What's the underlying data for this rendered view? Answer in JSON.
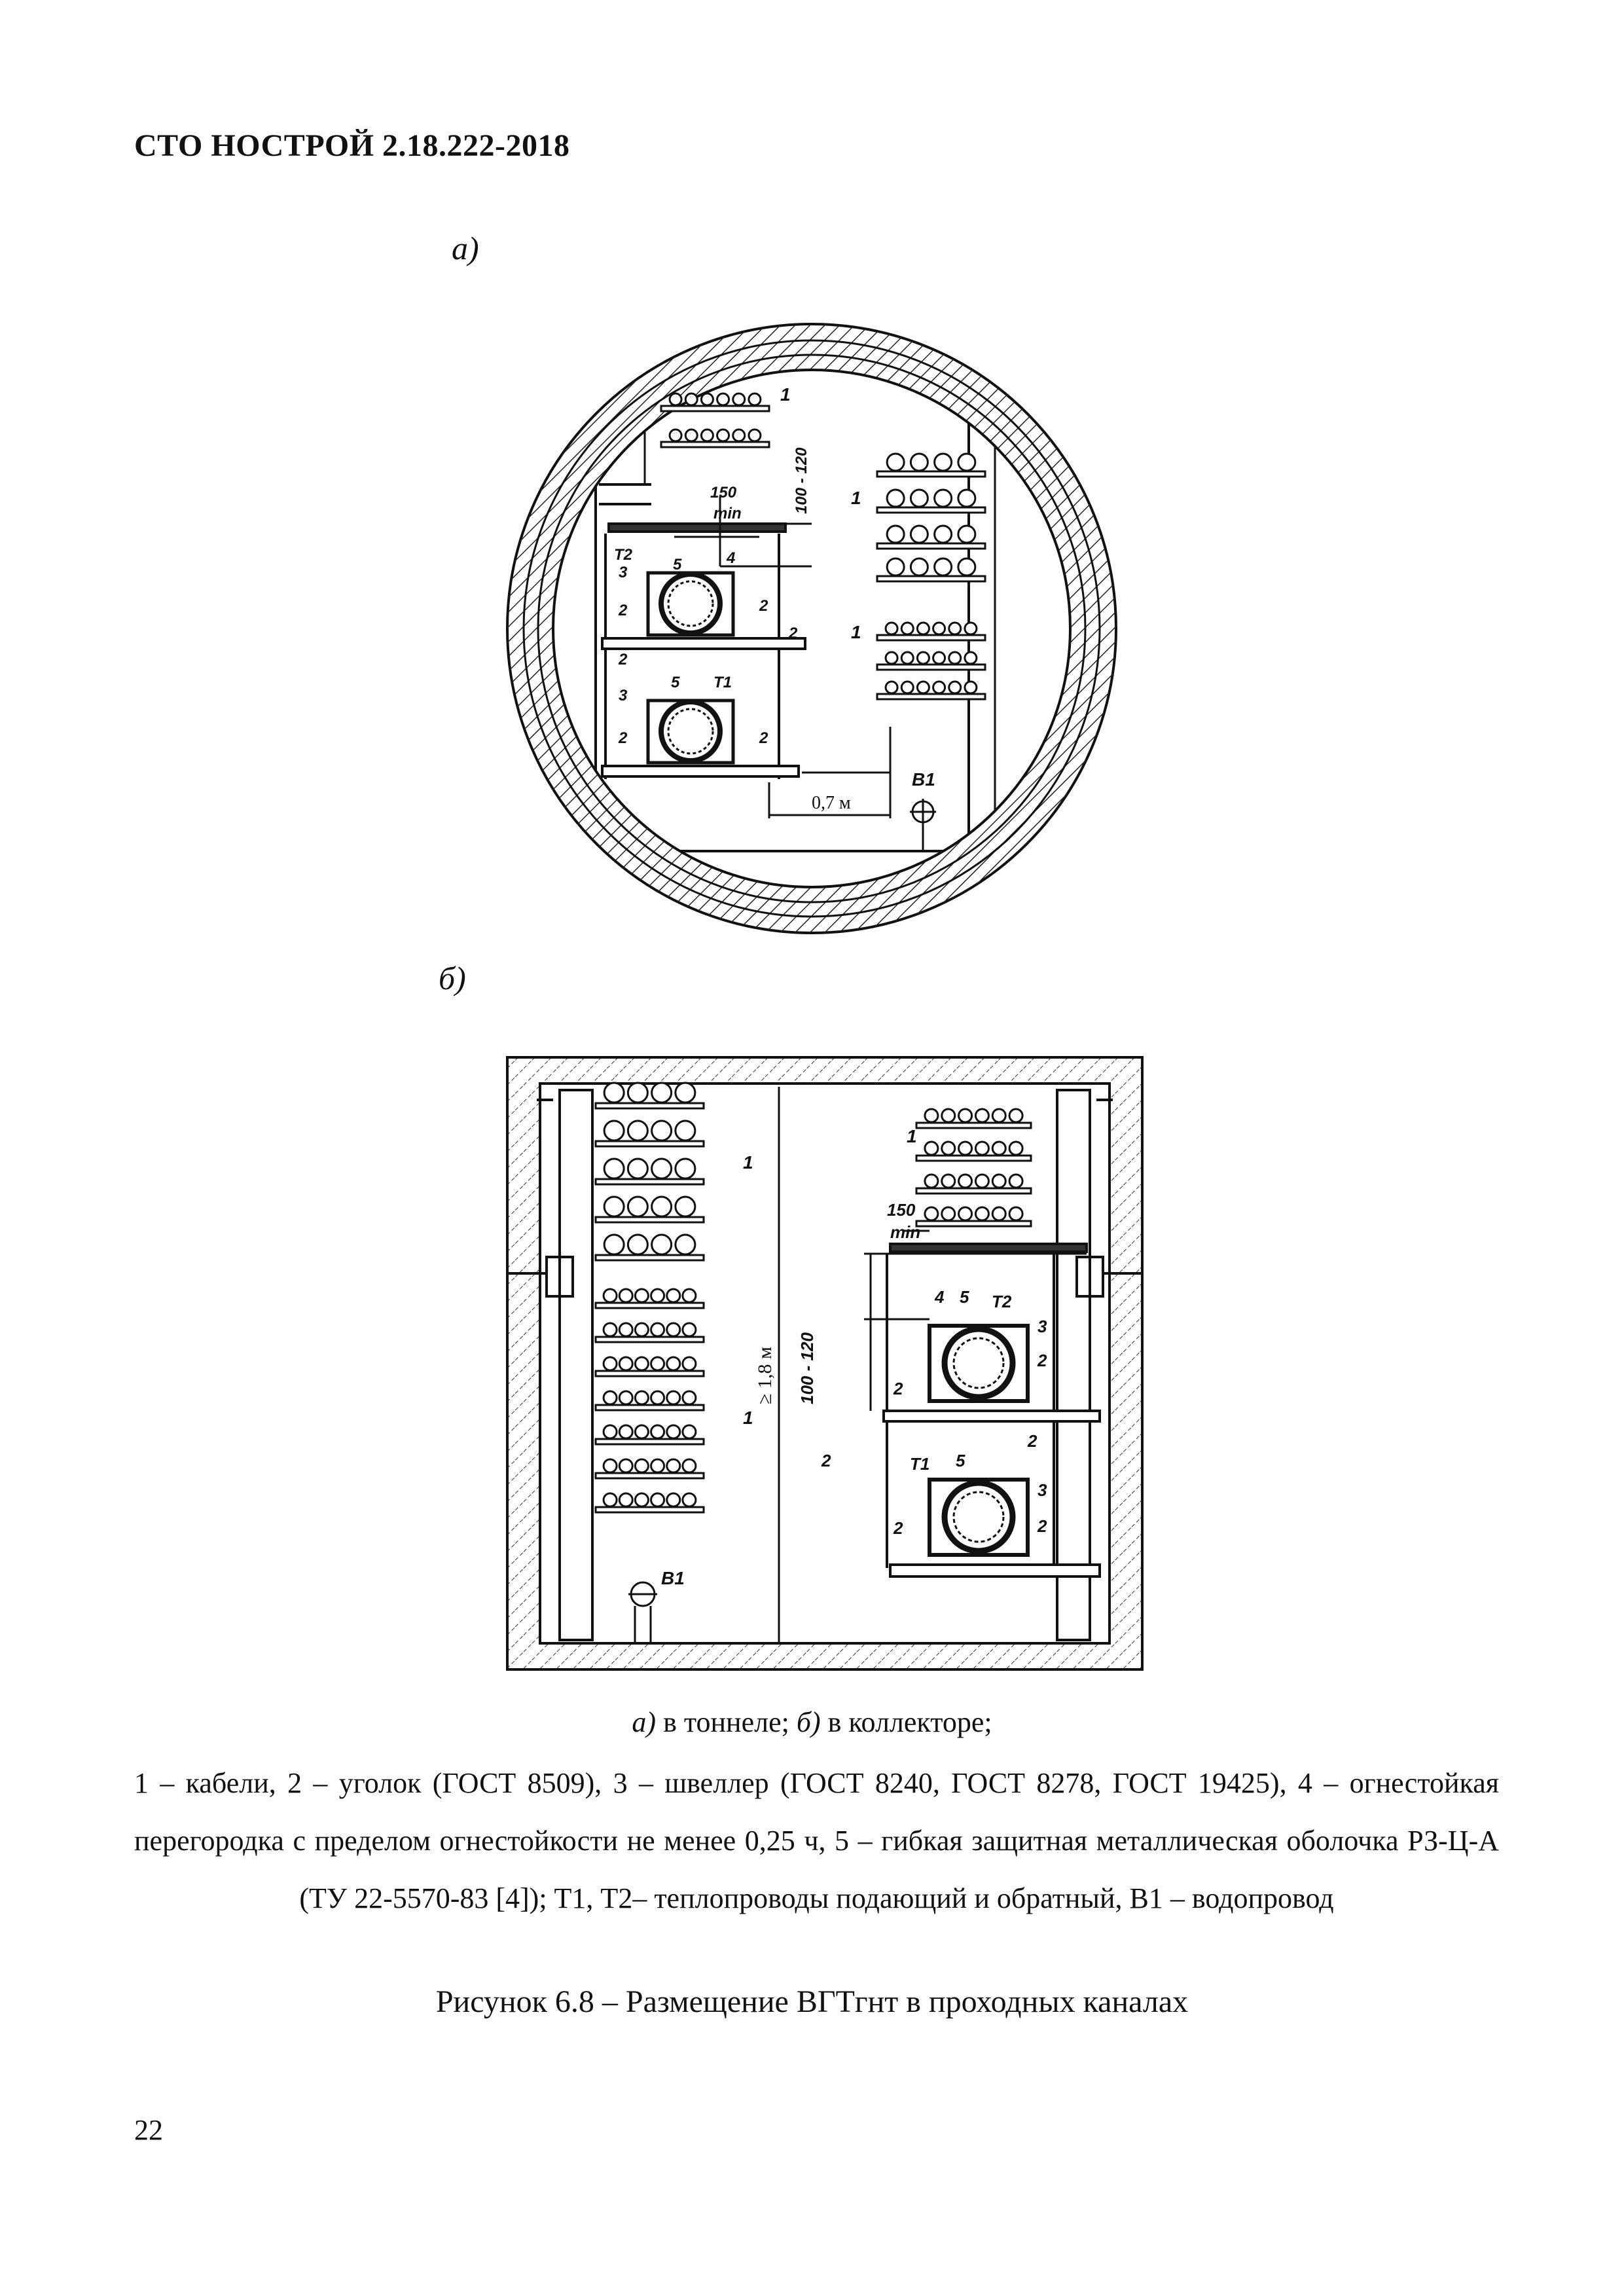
{
  "header": {
    "doc_code": "СТО НОСТРОЙ 2.18.222-2018"
  },
  "figure": {
    "sub_a_label": "а)",
    "sub_b_label": "б)",
    "a": {
      "labels": {
        "cables_top": "1",
        "cables_mid": "1",
        "cables_low": "1",
        "dim_150": "150",
        "dim_min": "min",
        "dim_100_120": "100 - 120",
        "partition": "4",
        "t2": "T2",
        "t1": "T1",
        "shell_top": "5",
        "shell_bot": "5",
        "channel_top": "3",
        "channel_bot": "3",
        "angle": "2",
        "clearance": "0,7 м",
        "water": "B1"
      }
    },
    "b": {
      "labels": {
        "cables_left_top": "1",
        "cables_left_bot": "1",
        "cables_right": "1",
        "dim_150": "150",
        "dim_min": "min",
        "dim_100_120": "100 - 120",
        "height": "≥ 1,8 м",
        "partition": "4",
        "t2": "T2",
        "t1": "T1",
        "shell_top": "5",
        "shell_bot": "5",
        "channel_top": "3",
        "channel_bot": "3",
        "angle": "2",
        "water": "B1"
      }
    },
    "caption_a_marker": "а)",
    "caption_a_text": " в тоннеле; ",
    "caption_b_marker": "б)",
    "caption_b_text": " в коллекторе;",
    "legend": "1 – кабели, 2 – уголок (ГОСТ 8509), 3 – швеллер (ГОСТ 8240, ГОСТ 8278, ГОСТ 19425), 4 – огнестойкая перегородка с пределом огнестойкости не менее 0,25 ч, 5 – гибкая защитная металлическая оболочка РЗ-Ц-А (ТУ 22-5570-83 [4]); Т1, Т2– теплопроводы подающий и обратный, В1 – водопровод",
    "title": "Рисунок 6.8 – Размещение ВГТгнт в проходных каналах"
  },
  "page_number": "22"
}
